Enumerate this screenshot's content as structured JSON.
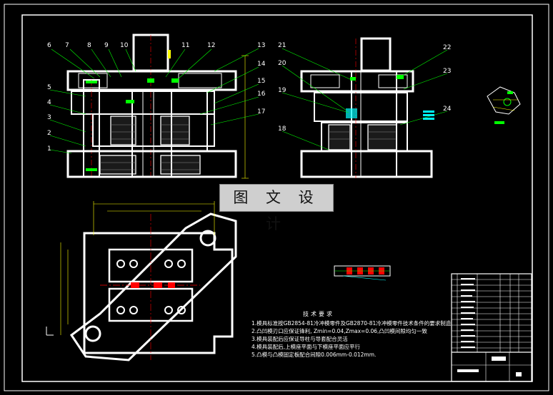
{
  "watermark": "图 文 设 计",
  "callouts": {
    "c1": "1",
    "c2": "2",
    "c3": "3",
    "c4": "4",
    "c5": "5",
    "c6": "6",
    "c7": "7",
    "c8": "8",
    "c9": "9",
    "c10": "10",
    "c11": "11",
    "c12": "12",
    "c13": "13",
    "c14": "14",
    "c15": "15",
    "c16": "16",
    "c17": "17",
    "c18": "18",
    "c19": "19",
    "c20": "20",
    "c21": "21",
    "c22": "22",
    "c23": "23",
    "c24": "24"
  },
  "tech_requirements": {
    "title": "技术要求",
    "line1": "1.模具标准按GB2854-81冷冲模零件及GB2870-81冷冲模零件技术条件的要求制造",
    "line2": "2.凸凹模刃口应保证锋利,  Zmin=0.04,Zmax=0.06,凸凹模间隙均匀一致",
    "line3": "3.模具装配后应保证导柱与导套配合灵活",
    "line4": "4.模具装配后,上模座平面与下模座平面应平行",
    "line5": "5.凸模与凸模固定板配合间隙0.006mm-0.012mm."
  },
  "colors": {
    "background": "#000000",
    "line": "#ffffff",
    "dimension": "#ffff00",
    "leader": "#00ff00",
    "accent": "#ff0000",
    "cyan": "#00ffff"
  }
}
